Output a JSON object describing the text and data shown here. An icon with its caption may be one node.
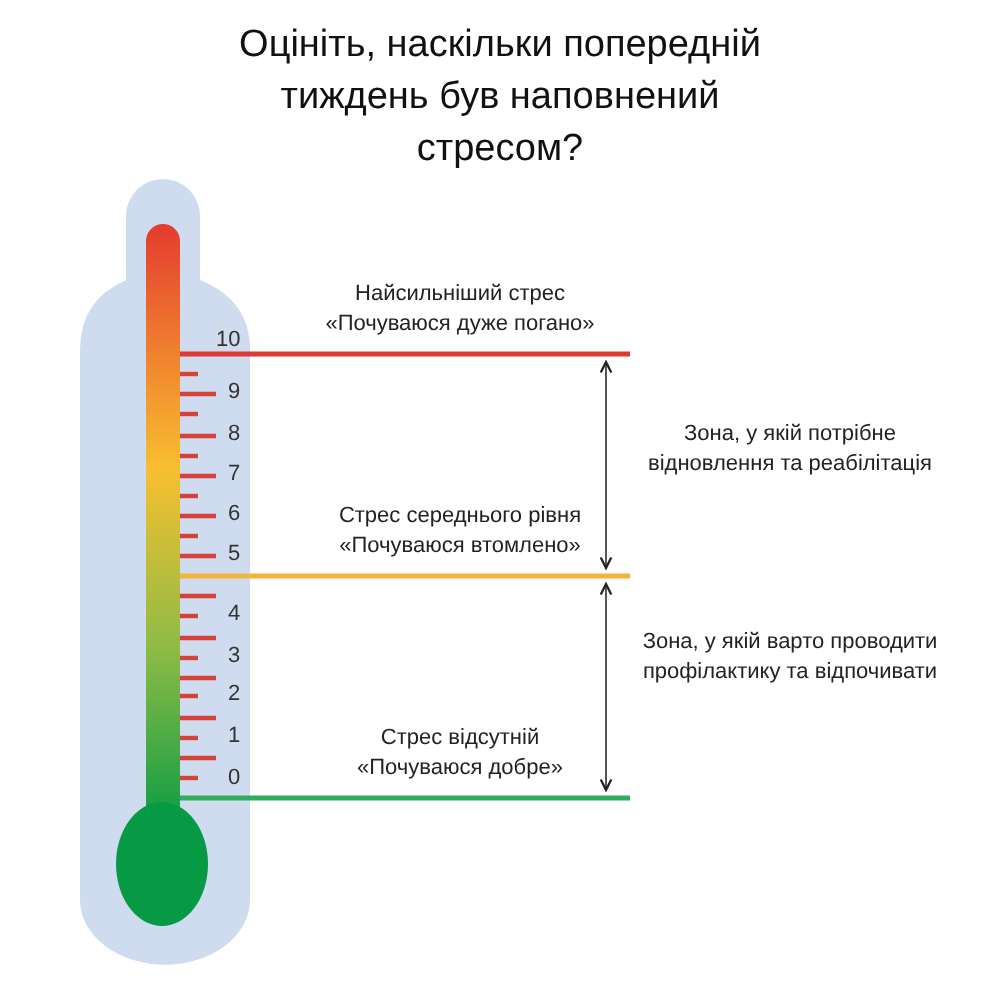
{
  "diagram": {
    "title": "Оцініть, наскільки попередній тиждень був наповнений стресом?",
    "labels": [
      "Найсильніший стрес",
      "«Почуваюся дуже погано»",
      "10",
      "9",
      "8",
      "7",
      "6",
      "Зона, у якій потрібне відновлення та реабілітація",
      "Стрес середнього рівня",
      "«Почуваюся втомлено»",
      "5",
      "4",
      "3",
      "2",
      "Зона, у якій варто проводити профілактику та відпочивати",
      "1",
      "Стрес відсутній",
      "«Почуваюся добре»",
      "0"
    ]
  }
}
